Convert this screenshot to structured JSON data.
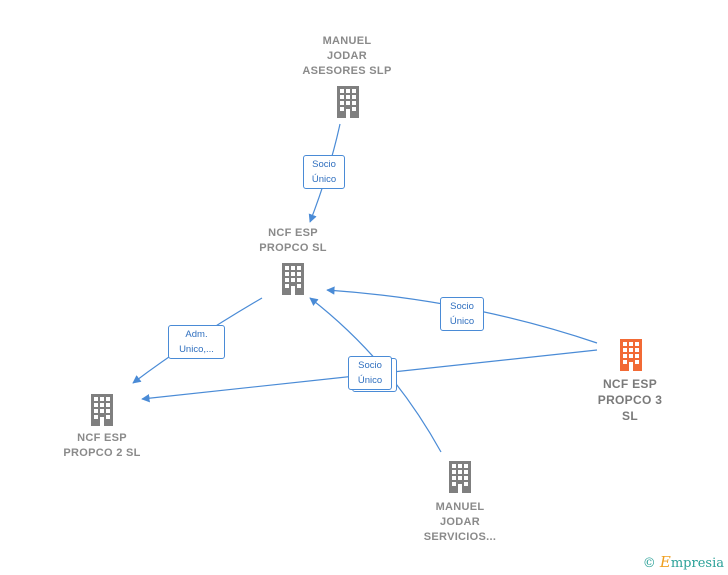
{
  "colors": {
    "edge": "#4a8bd6",
    "node": "#7f7f7f",
    "focus_node": "#f26a35"
  },
  "nodes": {
    "manuel_asesores": {
      "label": "MANUEL\nJODAR\nASESORES SLP",
      "icon": "building-icon"
    },
    "ncf_propco": {
      "label": "NCF ESP\nPROPCO  SL",
      "icon": "building-icon"
    },
    "ncf_propco3": {
      "label": "NCF ESP\nPROPCO 3\nSL",
      "icon": "building-icon"
    },
    "ncf_propco2": {
      "label": "NCF ESP\nPROPCO 2  SL",
      "icon": "building-icon"
    },
    "manuel_servicios": {
      "label": "MANUEL\nJODAR\nSERVICIOS...",
      "icon": "building-icon"
    }
  },
  "edges": {
    "e1": {
      "label": "Socio\nÚnico"
    },
    "e2": {
      "label": "Socio\nÚnico"
    },
    "e3": {
      "label": "Adm.\nUnico,..."
    },
    "e4": {
      "label": "Socio\nÚnico"
    }
  },
  "brand": {
    "copyright": "©",
    "name_initial": "E",
    "name_rest": "mpresia"
  }
}
